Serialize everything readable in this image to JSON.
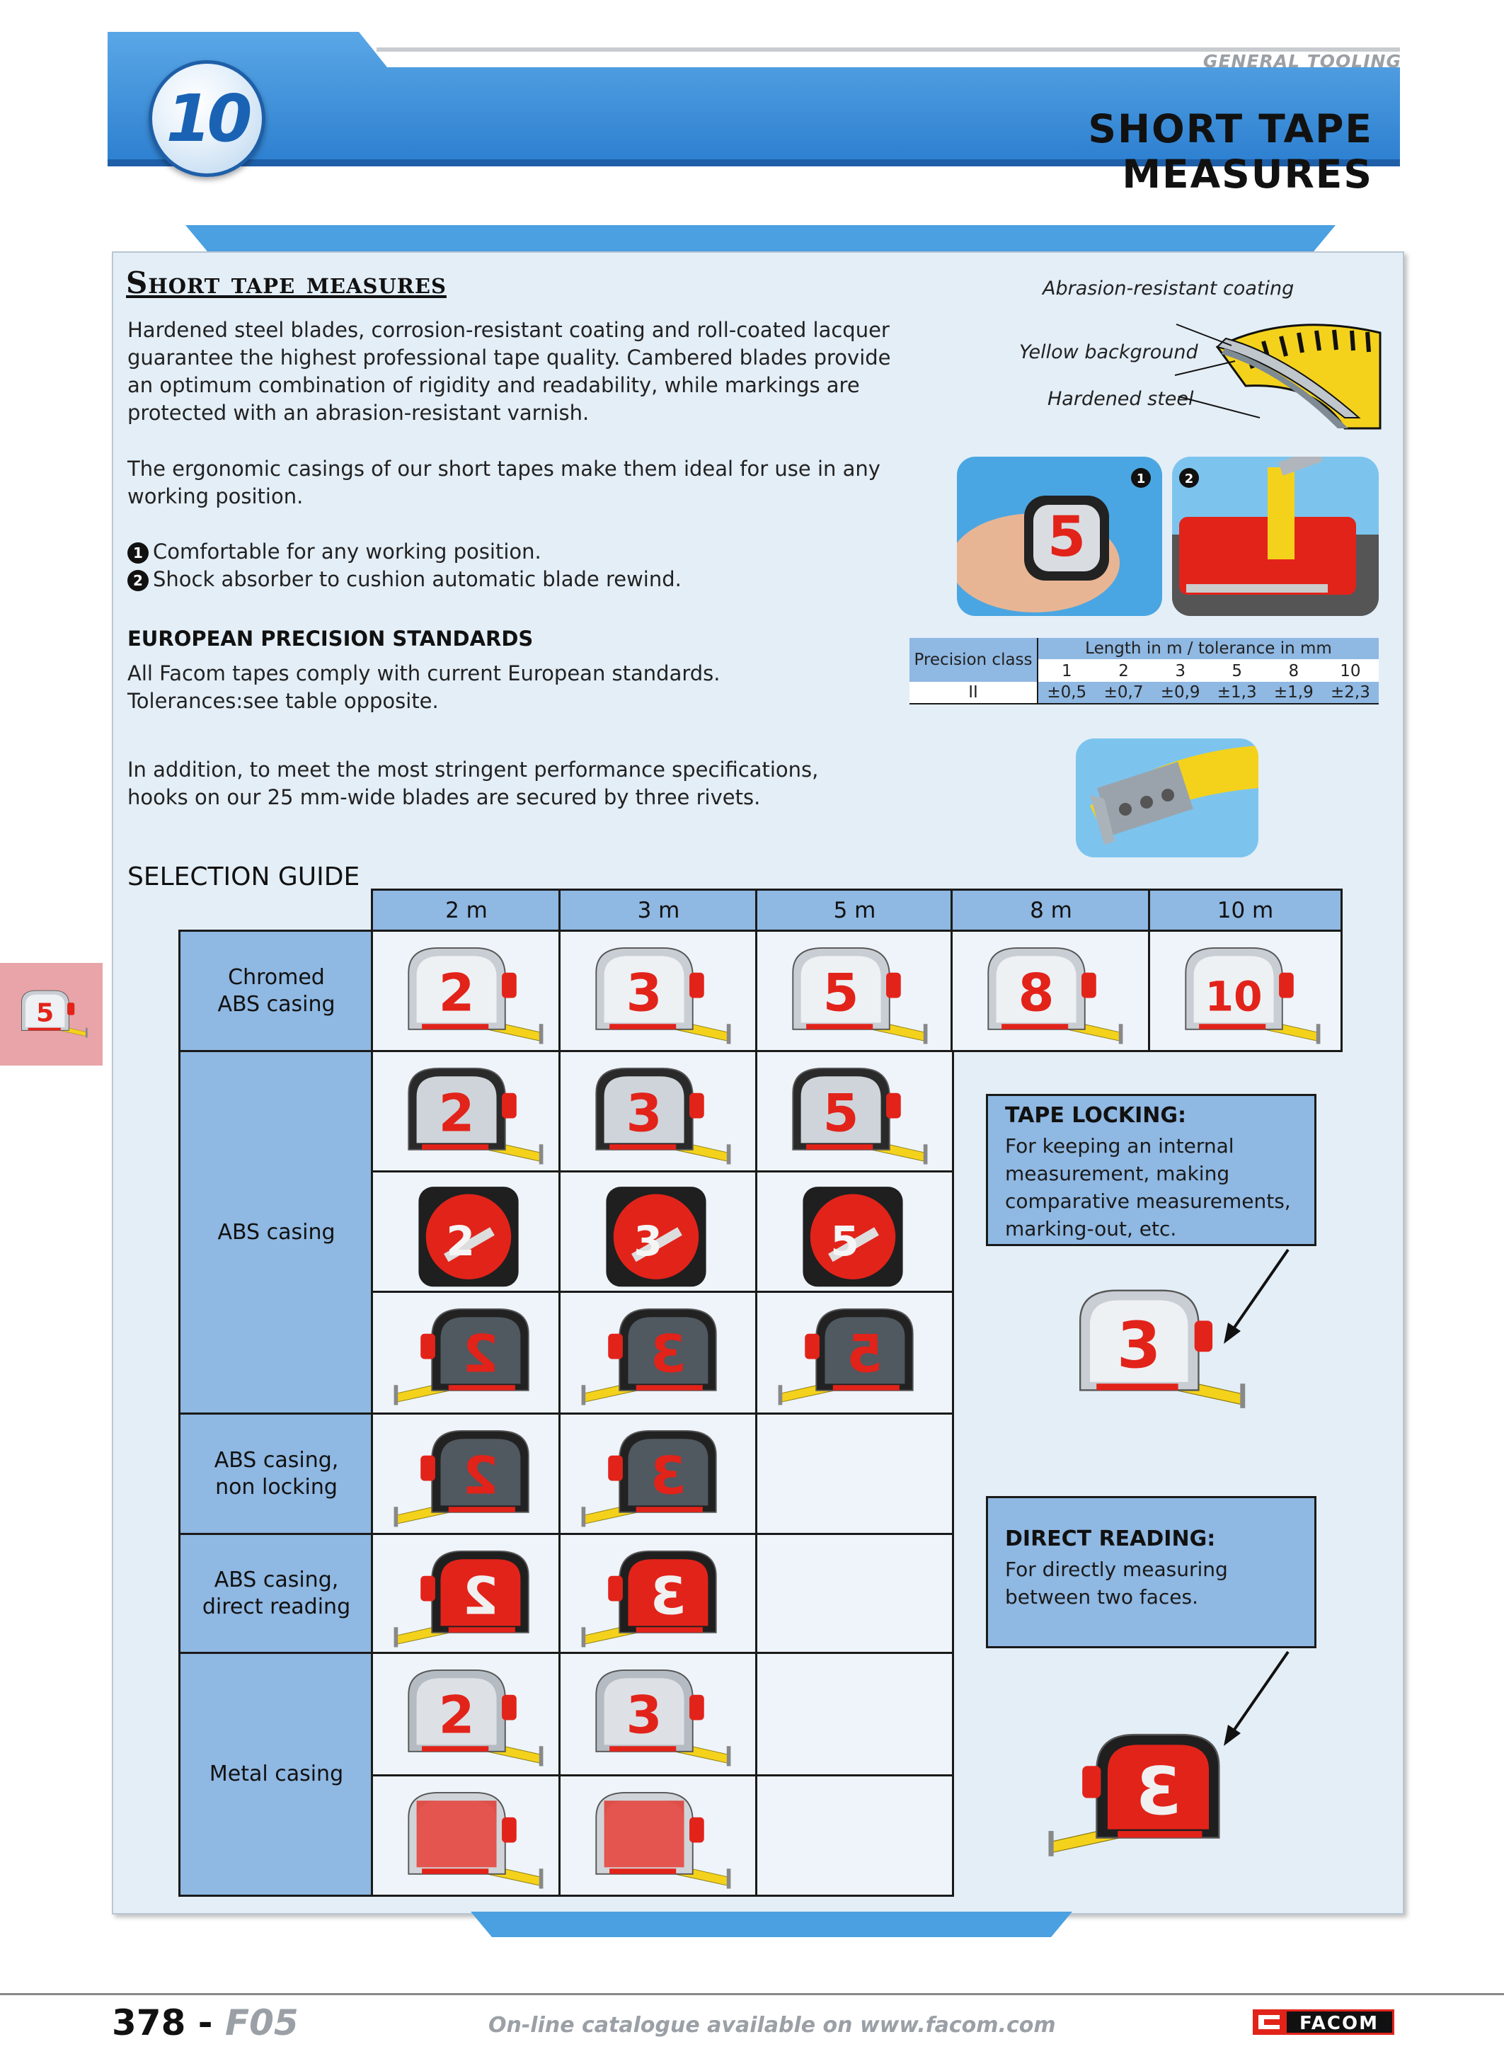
{
  "header": {
    "chapter_number": "10",
    "section_label": "GENERAL TOOLING",
    "title": "SHORT TAPE MEASURES",
    "colors": {
      "band": "#3b8fd6",
      "band_dark": "#1e5fa8"
    }
  },
  "intro": {
    "heading": "Short tape measures",
    "paragraph_1": "Hardened steel blades, corrosion-resistant coating and roll-coated lacquer guarantee the highest professional tape quality. Cambered blades provide an optimum combination of rigidity and readability, while markings are protected with an abrasion-resistant varnish.",
    "paragraph_2": "The ergonomic casings of our short tapes make them ideal for use in any working position.",
    "features": [
      {
        "marker": "1",
        "text": "Comfortable for any working position."
      },
      {
        "marker": "2",
        "text": "Shock absorber to cushion automatic blade rewind."
      }
    ],
    "standards_heading": "EUROPEAN PRECISION STANDARDS",
    "standards_text": "All Facom tapes comply with current European standards. Tolerances:see table opposite.",
    "hooks_text": "In addition, to meet the most stringent performance specifications, hooks on our 25 mm-wide blades are secured by three rivets."
  },
  "coating_diagram": {
    "labels": [
      "Abrasion-resistant coating",
      "Yellow background",
      "Hardened steel"
    ]
  },
  "photo_markers": [
    "1",
    "2"
  ],
  "precision_table": {
    "header_left": "Precision class",
    "header_right": "Length in m / tolerance in mm",
    "lengths": [
      "1",
      "2",
      "3",
      "5",
      "8",
      "10"
    ],
    "class": "II",
    "tolerances": [
      "±0,5",
      "±0,7",
      "±0,9",
      "±1,3",
      "±1,9",
      "±2,3"
    ]
  },
  "selection_guide": {
    "heading": "SELECTION GUIDE",
    "columns": [
      "2 m",
      "3 m",
      "5 m",
      "8 m",
      "10 m"
    ],
    "rows": [
      "Chromed ABS casing",
      "ABS casing",
      "ABS casing, non locking",
      "ABS casing, direct reading",
      "Metal casing"
    ],
    "chromed_digits": [
      "2",
      "3",
      "5",
      "8",
      "10"
    ],
    "abs_digits": [
      "2",
      "3",
      "5"
    ]
  },
  "tape_locking": {
    "title": "TAPE LOCKING:",
    "text": "For keeping an internal measurement, making comparative measurements, marking-out, etc.",
    "digit": "3"
  },
  "direct_reading": {
    "title": "DIRECT READING:",
    "text": "For directly measuring between two faces.",
    "digit": "3"
  },
  "side_tab": {
    "digit": "5"
  },
  "footer": {
    "page_number": "378",
    "separator": "-",
    "page_code": "F05",
    "url_text": "On-line catalogue available on www.facom.com",
    "brand": "FACOM"
  }
}
